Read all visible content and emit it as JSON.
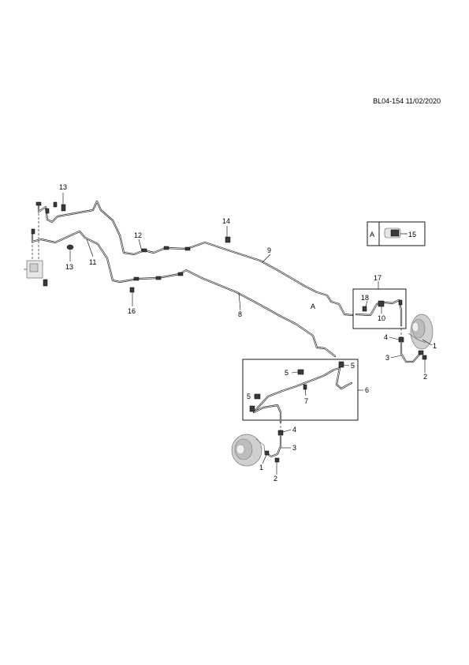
{
  "header": {
    "doc_ref": "BL04-154 11/02/2020"
  },
  "callouts": {
    "c1a": "1",
    "c1b": "1",
    "c2a": "2",
    "c2b": "2",
    "c3a": "3",
    "c3b": "3",
    "c4a": "4",
    "c4b": "4",
    "c5a": "5",
    "c5b": "5",
    "c5c": "5",
    "c6": "6",
    "c7": "7",
    "c8": "8",
    "c9": "9",
    "c10": "10",
    "c11": "11",
    "c12": "12",
    "c13a": "13",
    "c13b": "13",
    "c14": "14",
    "c15": "15",
    "c16": "16",
    "c17": "17",
    "c18": "18"
  },
  "view_markers": {
    "inset_label": "A",
    "pipe_label": "A"
  }
}
